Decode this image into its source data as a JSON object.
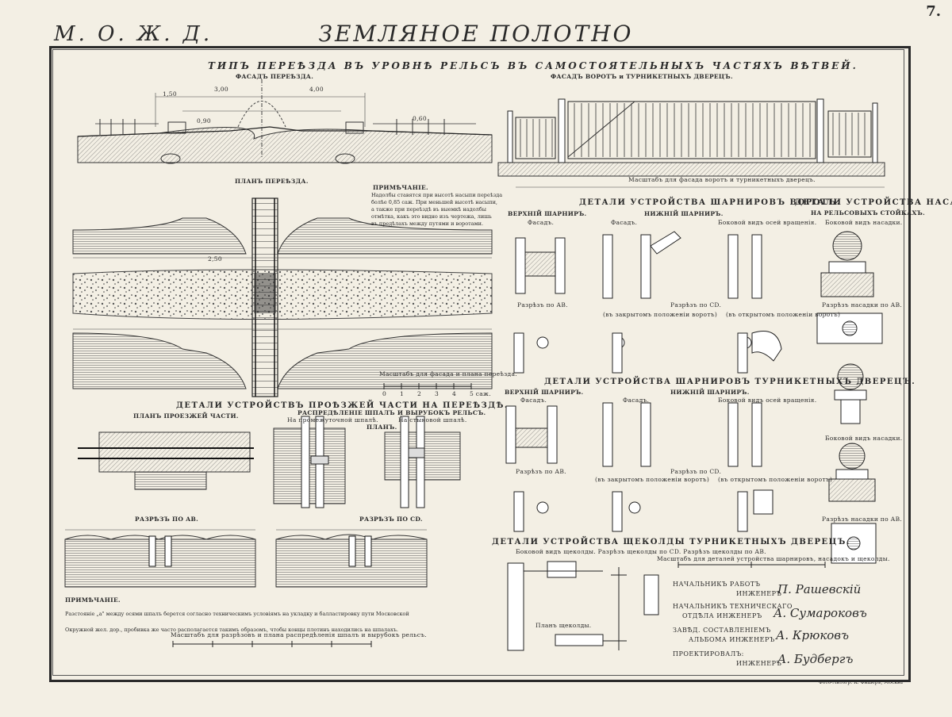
{
  "page_number": "7.",
  "header": {
    "left": "М. О. Ж. Д.",
    "title": "ЗЕМЛЯНОЕ ПОЛОТНО"
  },
  "sheet_title": "ТИПЪ ПЕРЕѢЗДА ВЪ УРОВНѢ РЕЛЬСЪ ВЪ САМОСТОЯТЕЛЬНЫХЪ ЧАСТЯХЪ ВѢТВЕЙ.",
  "left": {
    "facade_title": "ФАСАДЪ ПЕРЕѢЗДА.",
    "plan_title": "ПЛАНЪ ПЕРЕѢЗДА.",
    "note1_title": "ПРИМѢЧАНІЕ.",
    "note1_text": "Надолбы ставятся при высотѣ насыпи переѣзда\nболѣе 0,85 саж. При меньшей высотѣ насыпи,\nа также при переѣздѣ въ выемкѣ надолбы\nотмѣтка, какъ это видно изъ чертежа, лишь\nвъ предѣлахъ между путями и воротами.",
    "scale1": "Масштабъ для фасада и плана переѣзда.",
    "scale1_ticks": [
      "0",
      "1",
      "2",
      "3",
      "4",
      "5 саж."
    ],
    "details_title": "ДЕТАЛИ УСТРОЙСТВЪ ПРОѢЗЖЕЙ ЧАСТИ НА ПЕРЕѢЗДѢ.",
    "plan_bars_title": "ПЛАНЪ ПРОЕЗЖЕЙ ЧАСТИ.",
    "distribution_title": "РАСПРЕДѢЛЕНІЕ ШПАЛЪ И ВЫРУБОКЪ РЕЛЬСЪ.",
    "dist_sub1": "На промежуточной шпалѣ.",
    "dist_sub2": "На стыковой шпалѣ.",
    "plan_label": "ПЛАНЪ.",
    "section_ab": "РАЗРѢЗЪ ПО АВ.",
    "section_cd": "РАЗРѢЗЪ ПО CD.",
    "note2_title": "ПРИМѢЧАНІЕ.",
    "note2_text": "Разстояніе „а\" между осями шпалъ берется согласно техническимъ условіямъ на укладку и балластировку пути Московской\nОкружной жел. дор., пробивка же часто располагается такимъ образомъ, чтобы концы плотинъ находились на шпалахъ.",
    "scale2": "Масштабъ для разрѣзовъ и плана распредѣленія шпалъ и вырубокъ рельсъ.",
    "dims": [
      "1,50",
      "2,50",
      "3,00",
      "4,00",
      "0,90",
      "0,60"
    ]
  },
  "right": {
    "gates_title": "ФАСАДЪ ВОРОТЪ и ТУРНИКЕТНЫХЪ ДВЕРЕЦЪ.",
    "gates_scale": "Масштабъ для фасада воротъ и турникетныхъ дверецъ.",
    "hinges_title": "ДЕТАЛИ УСТРОЙСТВА ШАРНИРОВЪ ВОРОТЪ.",
    "caps_title": "ДЕТАЛИ УСТРОЙСТВА НАСАДОКЪ",
    "caps_sub": "НА РЕЛЬСОВЫХЪ СТОЙКАХЪ.",
    "upper_hinge": "ВЕРХНІЙ ШАРНИРЪ.",
    "lower_hinge": "НИЖНІЙ ШАРНИРЪ.",
    "facade": "Фасадъ.",
    "side_view": "Боковой видъ осей вращенія.",
    "side_view_cap": "Боковой видъ насадки.",
    "section_ab": "Разрѣзъ по АВ.",
    "section_cd": "Разрѣзъ по CD.",
    "section_cap_ab": "Разрѣзъ насадки по АВ.",
    "closed_pos": "(въ закрытомъ положеніи воротъ)",
    "open_pos": "(въ открытомъ положеніи воротъ)",
    "turnstile_title": "ДЕТАЛИ УСТРОЙСТВА ШАРНИРОВЪ ТУРНИКЕТНЫХЪ ДВЕРЕЦЪ.",
    "latch_title": "ДЕТАЛИ УСТРОЙСТВА ЩЕКОЛДЫ ТУРНИКЕТНЫХЪ ДВЕРЕЦЪ.",
    "latch_sub": "Боковой видъ щеколды. Разрѣзъ щеколды по CD. Разрѣзъ щеколды по АВ.",
    "latch_plan": "Планъ щеколды.",
    "scale_details": "Масштабъ для деталей устройства шарнировъ, насадокъ и щеколды."
  },
  "signatures": [
    {
      "role1": "НАЧАЛЬНИКЪ РАБОТЪ",
      "role2": "ИНЖЕНЕРЪ",
      "name": "П. Рашевскій"
    },
    {
      "role1": "НАЧАЛЬНИКЪ ТЕХНИЧЕСКАГО",
      "role2": "ОТДѢЛА ИНЖЕНЕРЪ",
      "name": "А. Сумароковъ"
    },
    {
      "role1": "ЗАВѢД. СОСТАВЛЕНІЕМЪ",
      "role2": "АЛЬБОМА ИНЖЕНЕРЪ",
      "name": "А. Крюковъ"
    },
    {
      "role1": "ПРОЕКТИРОВАЛЪ:",
      "role2": "ИНЖЕНЕРЪ",
      "name": "А. Будбергъ"
    }
  ],
  "footer": "Фото-Литогр. К. Фишеръ, Москва"
}
